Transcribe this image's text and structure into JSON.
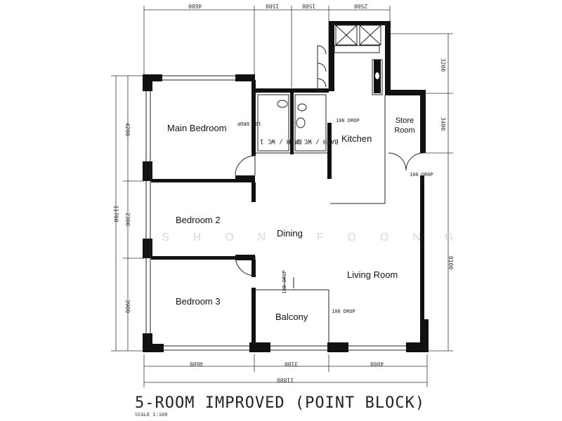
{
  "title": "5-ROOM IMPROVED (POINT BLOCK)",
  "scale": "SCALE 1:100",
  "watermark": "SHON   FOONG",
  "rooms": {
    "main_bedroom": "Main Bedroom",
    "bedroom_2": "Bedroom 2",
    "bedroom_3": "Bedroom 3",
    "bath_wc_1": "BATH / WC 1",
    "bath_wc_2": "BATH / WC 2",
    "kitchen": "Kitchen",
    "store_room": "Store Room",
    "dining": "Dining",
    "living_room": "Living Room",
    "balcony": "Balcony"
  },
  "drop_tags": {
    "bath1": "100 DROP",
    "kitchen": "100 DROP",
    "store": "100 DROP",
    "living": "100 DROP",
    "balcony": "100 DROP"
  },
  "dimensions": {
    "top": [
      "4600",
      "1500",
      "1500",
      "2500"
    ],
    "bottom": [
      "4600",
      "3100",
      "4000"
    ],
    "bottom_total": "11800",
    "left": [
      "4200",
      "2300",
      "3900"
    ],
    "left_total": "11700",
    "right": [
      "3200",
      "3400",
      "8100"
    ]
  }
}
